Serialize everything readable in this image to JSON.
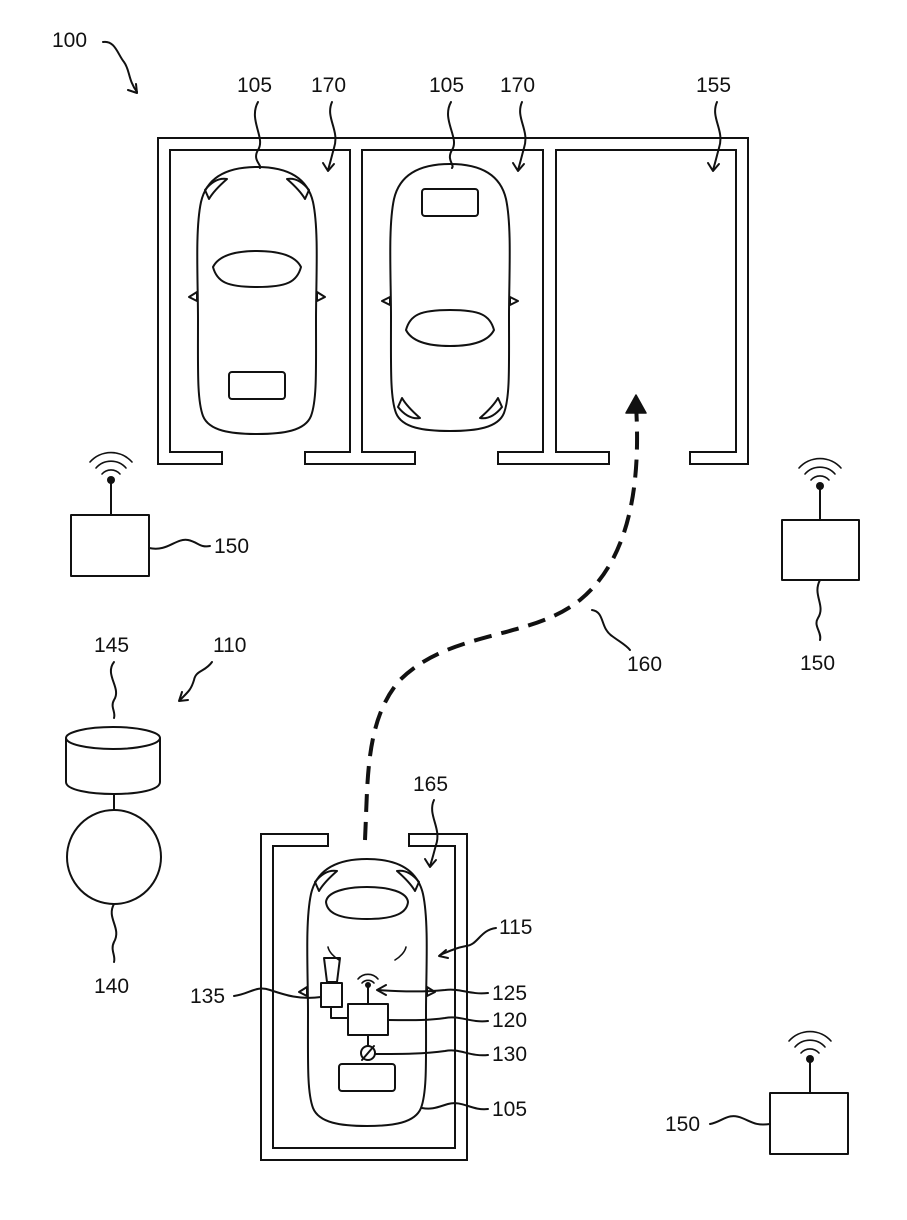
{
  "figure": {
    "system_ref": "100",
    "vehicle_ref": "105",
    "space_ref": "170",
    "target_space_ref": "155",
    "path_ref": "160",
    "garage_ref": "165",
    "server_system_ref": "110",
    "database_ref": "145",
    "server_ref": "140",
    "beacon_ref": "150",
    "vehicle_system_ref": "115",
    "antenna_ref": "125",
    "controller_ref": "120",
    "sensor_ref": "130",
    "camera_ref": "135"
  }
}
